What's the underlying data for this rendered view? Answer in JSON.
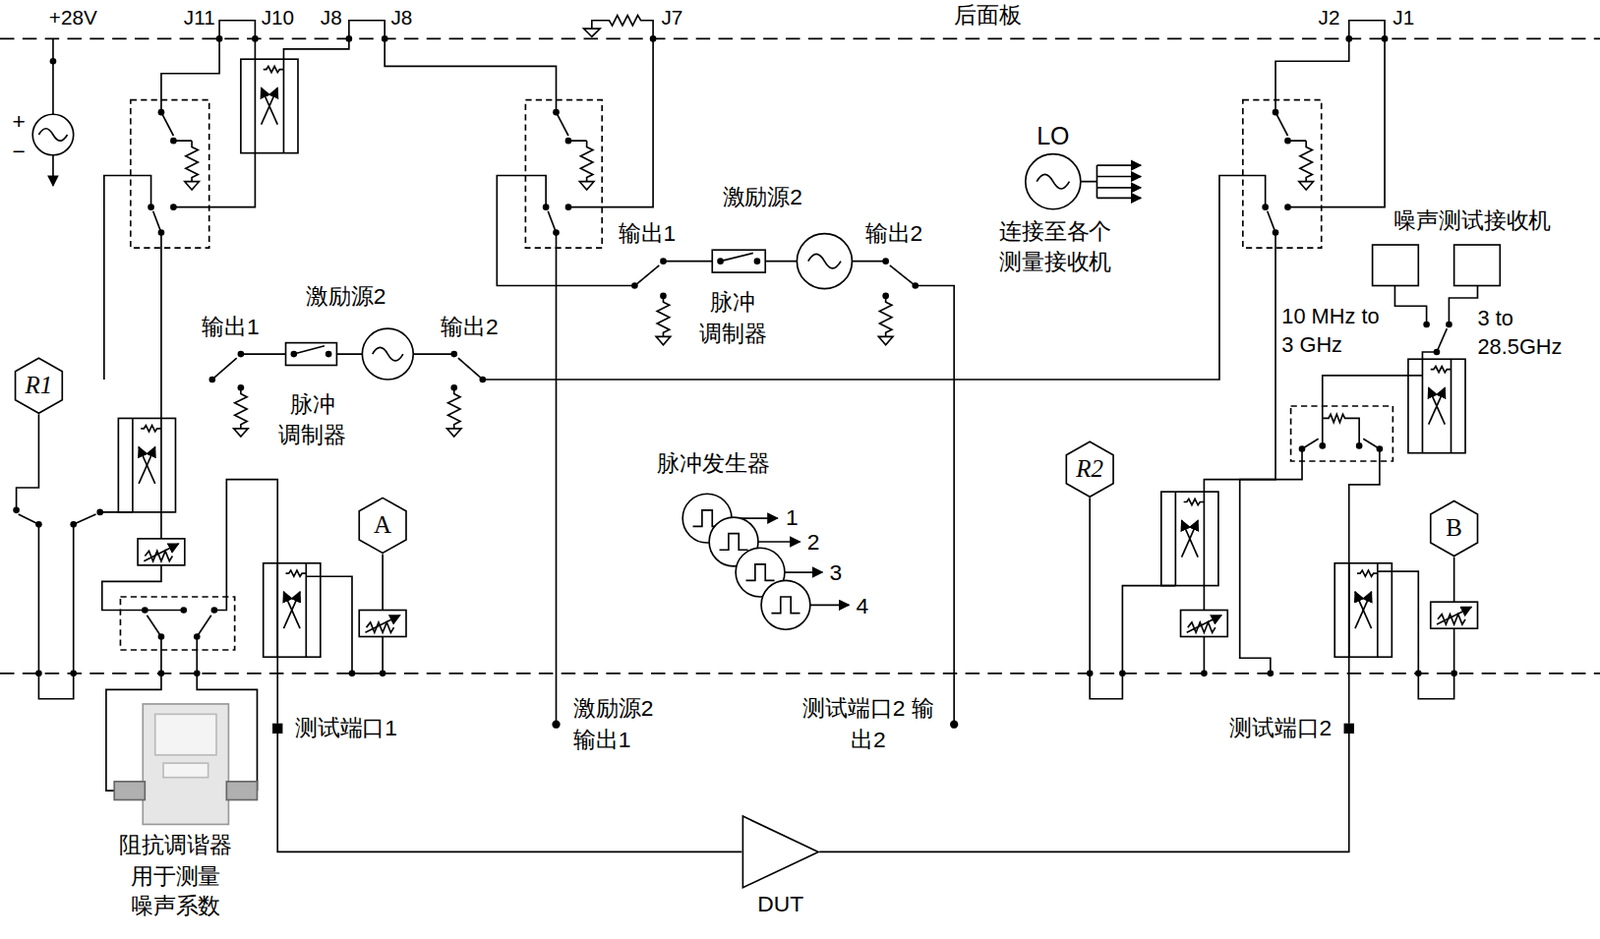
{
  "diagram": {
    "nodes": [
      {
        "text": [
          "R1"
        ]
      },
      {
        "text": [
          "A"
        ]
      },
      {
        "text": [
          "测试端口1"
        ]
      },
      {
        "text": [
          "DUT"
        ]
      },
      {
        "text": [
          "测试端口2"
        ]
      },
      {
        "text": [
          "R2"
        ]
      },
      {
        "text": [
          "B"
        ]
      }
    ],
    "edges": [
      {
        "from": 2,
        "to": 3,
        "arrow": "none"
      },
      {
        "from": 3,
        "to": 4,
        "arrow": "none"
      }
    ],
    "labels": [
      "+28V",
      "+",
      "−",
      "J11",
      "J10",
      "J8",
      "J8",
      "J7",
      "后面板",
      "J2",
      "J1",
      "激励源2",
      "输出1",
      "输出2",
      "脉冲 调制器",
      "激励源2",
      "输出1",
      "输出2",
      "脉冲 调制器",
      "LO",
      "连接至各个 测量接收机",
      "脉冲发生器",
      "1",
      "2",
      "3",
      "4",
      "噪声测试接收机",
      "10 MHz to 3 GHz",
      "3 to 28.5GHz",
      "激励源2 输出1",
      "测试端口2 输出2",
      "阻抗调谐器 用于测量 噪声系数"
    ]
  }
}
